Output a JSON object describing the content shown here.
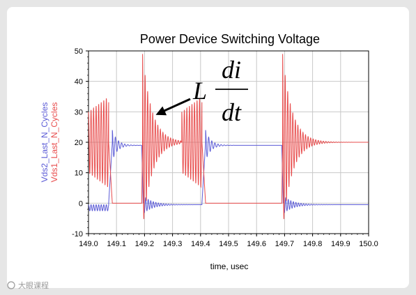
{
  "chart_data": {
    "type": "line",
    "title": "Power Device Switching Voltage",
    "xlabel": "time, usec",
    "xlim": [
      149.0,
      150.0
    ],
    "ylim": [
      -10,
      50
    ],
    "xticks": [
      "149.0",
      "149.1",
      "149.2",
      "149.3",
      "149.4",
      "149.5",
      "149.6",
      "149.7",
      "149.8",
      "149.9",
      "150.0"
    ],
    "yticks": [
      "-10",
      "0",
      "10",
      "20",
      "30",
      "40",
      "50"
    ],
    "grid": true,
    "series": [
      {
        "name": "Vds1_Last_N_Cycles",
        "color": "#e84c4c",
        "segments": [
          {
            "type": "ring",
            "t0": 149.0,
            "t1": 149.072,
            "base": 20,
            "amp0": 10,
            "amp1": 15,
            "freq": 110,
            "decay": 0
          },
          {
            "type": "ramp",
            "t0": 149.072,
            "t1": 149.085,
            "v0": 20,
            "v1": 0
          },
          {
            "type": "flat",
            "t0": 149.085,
            "t1": 149.19,
            "v": 0
          },
          {
            "type": "ramp",
            "t0": 149.19,
            "t1": 149.193,
            "v0": 0,
            "v1": 20
          },
          {
            "type": "ring",
            "t0": 149.193,
            "t1": 149.33,
            "base": 20,
            "amp0": 29,
            "amp1": 0,
            "freq": 110,
            "decay": 30
          },
          {
            "type": "flat",
            "t0": 149.33,
            "t1": 149.333,
            "v": 20
          },
          {
            "type": "ring",
            "t0": 149.333,
            "t1": 149.405,
            "base": 20,
            "amp0": 10,
            "amp1": 15,
            "freq": 110,
            "decay": 0
          },
          {
            "type": "ramp",
            "t0": 149.405,
            "t1": 149.418,
            "v0": 20,
            "v1": 0
          },
          {
            "type": "flat",
            "t0": 149.418,
            "t1": 149.69,
            "v": 0
          },
          {
            "type": "ramp",
            "t0": 149.69,
            "t1": 149.693,
            "v0": 0,
            "v1": 20
          },
          {
            "type": "ring",
            "t0": 149.693,
            "t1": 150.0,
            "base": 20,
            "amp0": 29,
            "amp1": 0,
            "freq": 110,
            "decay": 30
          }
        ]
      },
      {
        "name": "Vds2_Last_N_Cycles",
        "color": "#5b5bd6",
        "segments": [
          {
            "type": "ring",
            "t0": 149.0,
            "t1": 149.072,
            "base": -1.5,
            "amp0": 1,
            "amp1": 1,
            "freq": 110,
            "decay": 0
          },
          {
            "type": "ramp",
            "t0": 149.072,
            "t1": 149.085,
            "v0": 0,
            "v1": 20
          },
          {
            "type": "ring",
            "t0": 149.085,
            "t1": 149.19,
            "base": 19,
            "amp0": 5,
            "amp1": 0,
            "freq": 90,
            "decay": 55
          },
          {
            "type": "ramp",
            "t0": 149.19,
            "t1": 149.195,
            "v0": 19,
            "v1": 0
          },
          {
            "type": "ring",
            "t0": 149.195,
            "t1": 149.405,
            "base": -0.5,
            "amp0": 3,
            "amp1": 0,
            "freq": 110,
            "decay": 30
          },
          {
            "type": "ramp",
            "t0": 149.405,
            "t1": 149.418,
            "v0": 0,
            "v1": 20
          },
          {
            "type": "ring",
            "t0": 149.418,
            "t1": 149.69,
            "base": 19,
            "amp0": 5,
            "amp1": 0,
            "freq": 90,
            "decay": 55
          },
          {
            "type": "ramp",
            "t0": 149.69,
            "t1": 149.695,
            "v0": 19,
            "v1": 0
          },
          {
            "type": "ring",
            "t0": 149.695,
            "t1": 150.0,
            "base": -0.5,
            "amp0": 3,
            "amp1": 0,
            "freq": 110,
            "decay": 30
          }
        ]
      }
    ],
    "annotations": [
      {
        "text_prefix": "L",
        "numerator": "di",
        "denominator": "dt",
        "points_to": [
          149.24,
          29
        ]
      }
    ]
  },
  "watermark": "大眼课程",
  "colors": {
    "background": "#e6e6e6",
    "card": "#ffffff",
    "grid": "#c8c8c8",
    "vds1": "#e84c4c",
    "vds2": "#5b5bd6"
  }
}
